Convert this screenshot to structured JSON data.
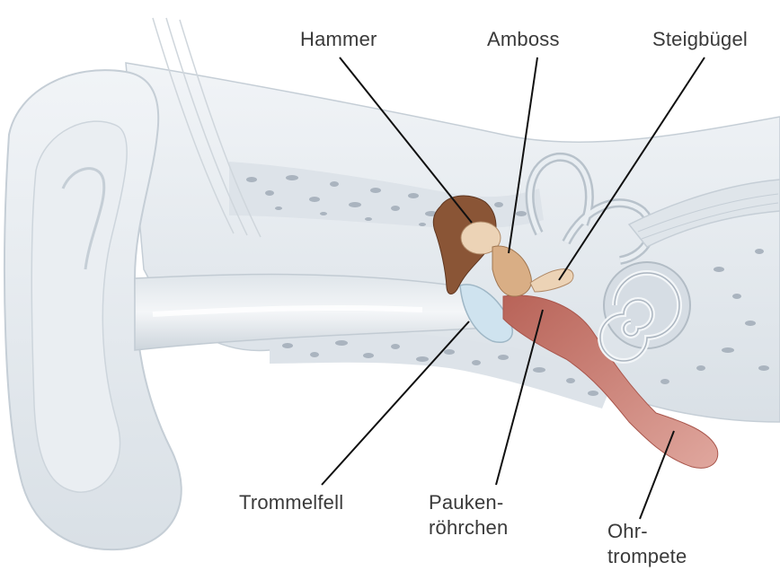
{
  "labels": {
    "hammer": "Hammer",
    "amboss": "Amboss",
    "steigbuegel": "Steigbügel",
    "trommelfell": "Trommelfell",
    "pauken_line1": "Pauken-",
    "pauken_line2": "röhrchen",
    "ohr_line1": "Ohr-",
    "ohr_line2": "trompete"
  },
  "colors": {
    "tissue": "#e6ebef",
    "tissue_shade": "#c9d1d9",
    "bone_spot": "#aab4bf",
    "ossicle_brown": "#7a4a2e",
    "ossicle_light": "#e8c9a8",
    "tube_red": "#c9736a",
    "eardrum": "#cfe3ef",
    "leader_line": "#111111"
  }
}
